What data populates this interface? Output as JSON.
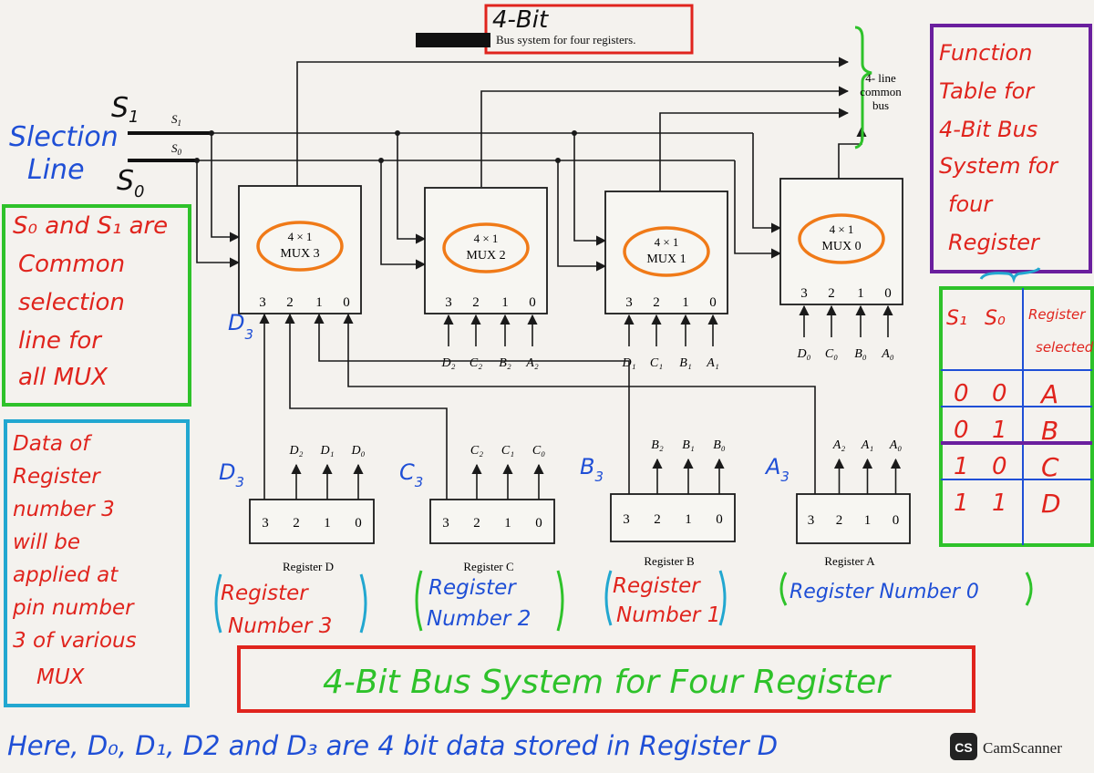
{
  "title": {
    "heading": "4-Bit",
    "caption": "Bus system for four registers."
  },
  "bus": {
    "label_lines": [
      "4- line",
      "common",
      "bus"
    ]
  },
  "selection": {
    "s1_big": "S",
    "s1_big_sub": "1",
    "s0_big": "S",
    "s0_big_sub": "0",
    "line1": "Slection",
    "line2": "Line",
    "s1_small": "S",
    "s1_small_sub": "1",
    "s0_small": "S",
    "s0_small_sub": "0"
  },
  "notes": {
    "common_select": [
      "S₀ and S₁ are",
      "Common",
      "selection",
      "line for",
      "all MUX"
    ],
    "register3_data": [
      "Data of",
      "Register",
      "number 3",
      "will be",
      "applied at",
      "pin number",
      "3 of various",
      "MUX"
    ],
    "footer": "Here, D₀, D₁, D2 and D₃ are 4 bit data stored in Register D",
    "big_title": "4-Bit Bus System for Four Register"
  },
  "muxes": [
    {
      "label1": "4 × 1",
      "label2": "MUX 3",
      "pins": [
        "3",
        "2",
        "1",
        "0"
      ],
      "inputs": [],
      "annot": "D",
      "annot_sub": "3"
    },
    {
      "label1": "4 × 1",
      "label2": "MUX 2",
      "pins": [
        "3",
        "2",
        "1",
        "0"
      ],
      "inputs": [
        "D₂",
        "C₂",
        "B₂",
        "A₂"
      ]
    },
    {
      "label1": "4 × 1",
      "label2": "MUX 1",
      "pins": [
        "3",
        "2",
        "1",
        "0"
      ],
      "inputs": [
        "D₁",
        "C₁",
        "B₁",
        "A₁"
      ]
    },
    {
      "label1": "4 × 1",
      "label2": "MUX 0",
      "pins": [
        "3",
        "2",
        "1",
        "0"
      ],
      "inputs": [
        "D₀",
        "C₀",
        "B₀",
        "A₀"
      ]
    }
  ],
  "registers": [
    {
      "name": "Register D",
      "bits": [
        "3",
        "2",
        "1",
        "0"
      ],
      "outputs": [
        "D₂",
        "D₁",
        "D₀"
      ],
      "annot": "D",
      "annot_sub": "3",
      "note": [
        "Register",
        "Number 3"
      ]
    },
    {
      "name": "Register C",
      "bits": [
        "3",
        "2",
        "1",
        "0"
      ],
      "outputs": [
        "C₂",
        "C₁",
        "C₀"
      ],
      "annot": "C",
      "annot_sub": "3",
      "note": [
        "Register",
        "Number 2"
      ]
    },
    {
      "name": "Register B",
      "bits": [
        "3",
        "2",
        "1",
        "0"
      ],
      "outputs": [
        "B₂",
        "B₁",
        "B₀"
      ],
      "annot": "B",
      "annot_sub": "3",
      "note": [
        "Register",
        "Number 1"
      ]
    },
    {
      "name": "Register A",
      "bits": [
        "3",
        "2",
        "1",
        "0"
      ],
      "outputs": [
        "A₂",
        "A₁",
        "A₀"
      ],
      "annot": "A",
      "annot_sub": "3",
      "note": [
        "Register Number 0"
      ]
    }
  ],
  "function_table": {
    "heading": [
      "Function",
      "Table for",
      "4-Bit Bus",
      "System for",
      "four",
      "Register"
    ],
    "col_s1": "S₁",
    "col_s0": "S₀",
    "col_reg": [
      "Register",
      "selected"
    ],
    "rows": [
      {
        "s1": "0",
        "s0": "0",
        "reg": "A"
      },
      {
        "s1": "0",
        "s0": "1",
        "reg": "B"
      },
      {
        "s1": "1",
        "s0": "0",
        "reg": "C"
      },
      {
        "s1": "1",
        "s0": "1",
        "reg": "D"
      }
    ]
  },
  "watermark": {
    "badge": "CS",
    "text": "CamScanner"
  },
  "colors": {
    "ink": "#1a1a1a",
    "blue": "#1f4fd6",
    "red": "#e0241d",
    "green": "#2ec22a",
    "cyan": "#22a7d0",
    "orange": "#f07a18",
    "purple": "#6a1f9e"
  }
}
